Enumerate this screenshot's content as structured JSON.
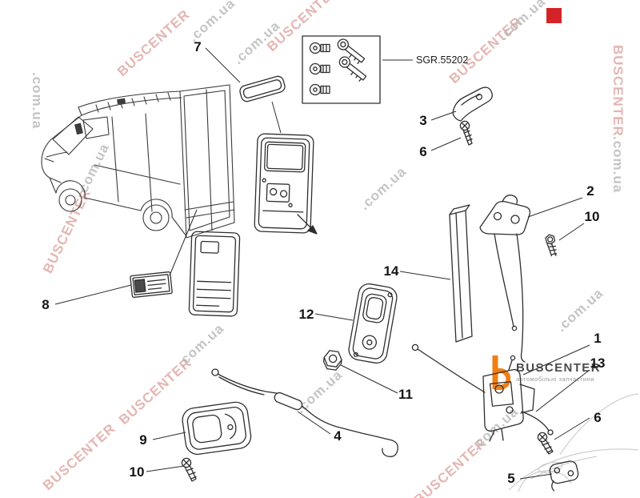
{
  "colors": {
    "brand_red": "#cf7b74",
    "domain_gray": "#b6b6b6",
    "logo_orange": "#f07f13",
    "logo_text": "#4b4b4b",
    "badge_red": "#d42327",
    "line": "#2e2e2e"
  },
  "watermark": {
    "brand": "BUSCENTER",
    "domain": ".com.ua"
  },
  "logo": {
    "name": "BUSCENTER",
    "tagline": "автомобільні запчастини"
  },
  "diagram": {
    "reference_code": "SGR.55202",
    "callouts": [
      {
        "label": "7",
        "part": "door-handle-gasket-plate"
      },
      {
        "label": "3",
        "part": "lock-bracket"
      },
      {
        "label": "6",
        "part": "screw-upper"
      },
      {
        "label": "2",
        "part": "latch-control-linkage"
      },
      {
        "label": "10",
        "part": "bolt-right"
      },
      {
        "label": "14",
        "part": "guide-channel"
      },
      {
        "label": "12",
        "part": "outer-handle-base"
      },
      {
        "label": "8",
        "part": "identification-plate"
      },
      {
        "label": "11",
        "part": "fixing-nut"
      },
      {
        "label": "1",
        "part": "rear-door-lock"
      },
      {
        "label": "13",
        "part": "lock-rod"
      },
      {
        "label": "6",
        "part": "screw-lower"
      },
      {
        "label": "4",
        "part": "control-rod"
      },
      {
        "label": "9",
        "part": "inner-handle-bezel"
      },
      {
        "label": "10",
        "part": "screw-bottom"
      },
      {
        "label": "5",
        "part": "striker-bracket"
      }
    ]
  }
}
